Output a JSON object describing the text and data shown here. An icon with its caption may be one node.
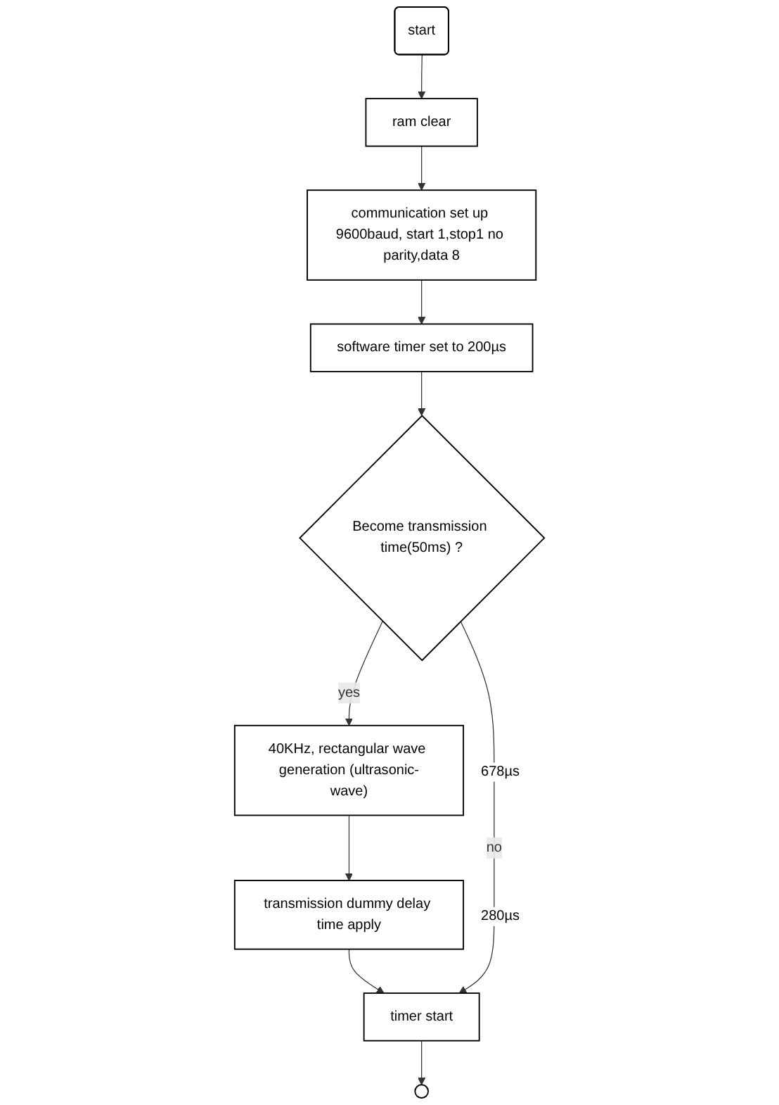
{
  "diagram": {
    "nodes": [
      {
        "text": [
          "start"
        ]
      },
      {
        "text": [
          "ram clear"
        ]
      },
      {
        "text": [
          "communication set up 9600baud, start 1,stop1 no parity,data 8"
        ]
      },
      {
        "text": [
          "software timer set to 200µs"
        ]
      },
      {
        "text": [
          "Become transmission time(50ms) ?"
        ]
      },
      {
        "text": [
          "40KHz, rectangular wave generation (ultrasonic-wave)"
        ],
        "beside": [
          "678µs"
        ]
      },
      {
        "text": [
          "transmission dummy delay time apply"
        ],
        "beside": [
          "280µs"
        ]
      },
      {
        "text": [
          "timer start"
        ]
      },
      {
        "text": [],
        "shape": "circle"
      }
    ],
    "edges": [
      {
        "from": 0,
        "to": 1,
        "arrow": "to"
      },
      {
        "from": 1,
        "to": 2,
        "arrow": "to"
      },
      {
        "from": 2,
        "to": 3,
        "arrow": "to"
      },
      {
        "from": 3,
        "to": 4,
        "arrow": "to"
      },
      {
        "from": 4,
        "to": 5,
        "label": "yes",
        "arrow": "to"
      },
      {
        "from": 5,
        "to": 6,
        "arrow": "to"
      },
      {
        "from": 6,
        "to": 7,
        "arrow": "to"
      },
      {
        "from": 4,
        "to": 7,
        "label": "no",
        "arrow": "to"
      },
      {
        "from": 7,
        "to": 8,
        "arrow": "to"
      }
    ]
  }
}
